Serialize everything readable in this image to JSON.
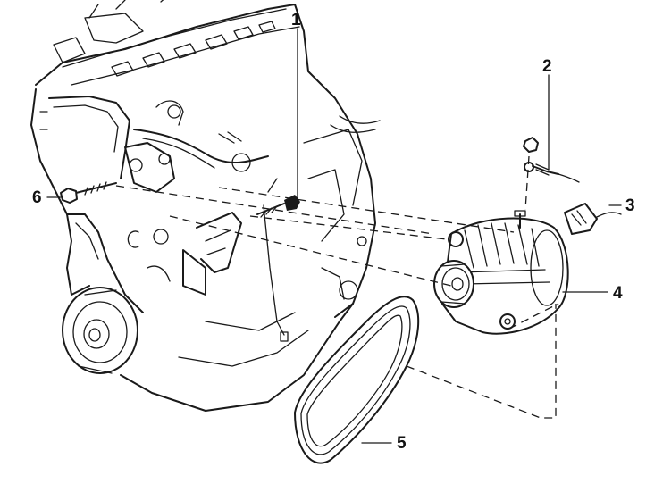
{
  "callouts": [
    {
      "id": "callout-1",
      "label": "1"
    },
    {
      "id": "callout-2",
      "label": "2"
    },
    {
      "id": "callout-3",
      "label": "3"
    },
    {
      "id": "callout-4",
      "label": "4"
    },
    {
      "id": "callout-5",
      "label": "5"
    },
    {
      "id": "callout-6",
      "label": "6"
    }
  ],
  "parts": [
    {
      "callout": "1",
      "name": "alternator-mounting-bolt"
    },
    {
      "callout": "2",
      "name": "terminal-nut-and-b-wire"
    },
    {
      "callout": "3",
      "name": "wiring-connector"
    },
    {
      "callout": "4",
      "name": "alternator"
    },
    {
      "callout": "5",
      "name": "drive-belt"
    },
    {
      "callout": "6",
      "name": "pivot-bolt"
    }
  ],
  "colors": {
    "ink": "#1a1a1a",
    "paper": "#ffffff"
  }
}
